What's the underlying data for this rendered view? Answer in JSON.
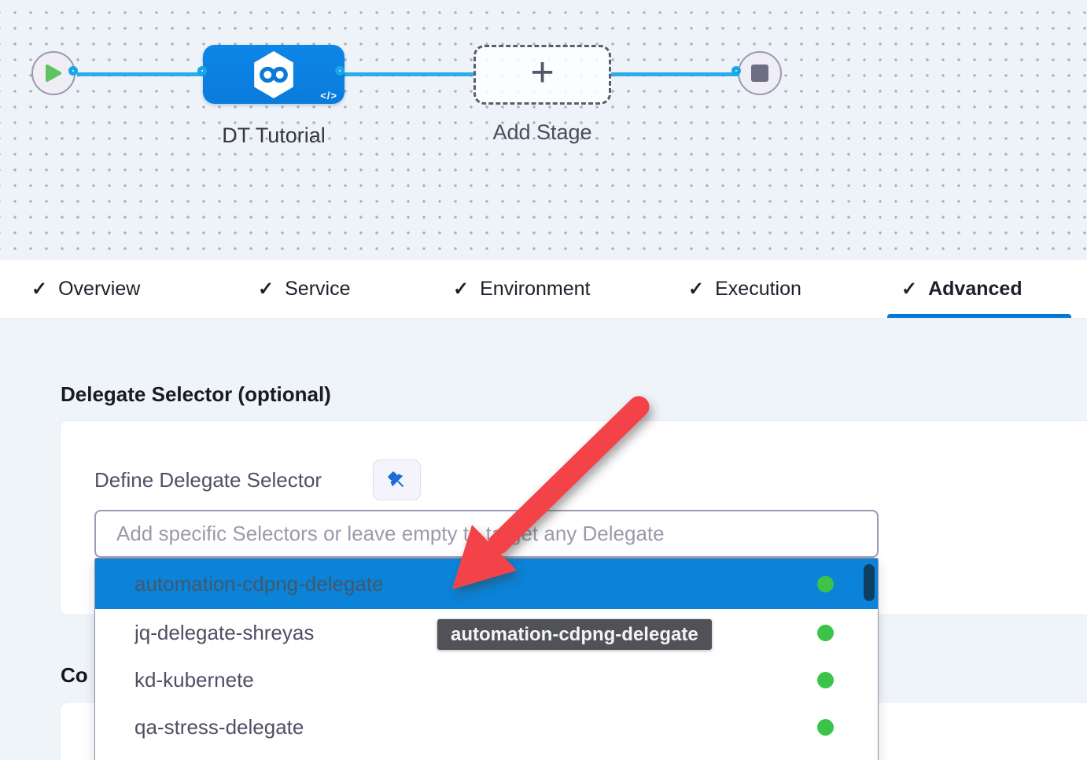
{
  "canvas": {
    "stage_label": "DT Tutorial",
    "add_stage_label": "Add Stage",
    "plus_glyph": "+",
    "code_glyph": "</>"
  },
  "tabs": {
    "check_glyph": "✓",
    "items": [
      {
        "label": "Overview",
        "active": false
      },
      {
        "label": "Service",
        "active": false
      },
      {
        "label": "Environment",
        "active": false
      },
      {
        "label": "Execution",
        "active": false
      },
      {
        "label": "Advanced",
        "active": true
      }
    ]
  },
  "advanced": {
    "section_heading": "Delegate Selector (optional)",
    "define_label": "Define Delegate Selector",
    "input_placeholder": "Add specific Selectors or leave empty to target any Delegate",
    "partial_heading": "Co",
    "dropdown": {
      "items": [
        {
          "label": "automation-cdpng-delegate",
          "selected": true,
          "status": "connected"
        },
        {
          "label": "jq-delegate-shreyas",
          "selected": false,
          "status": "connected"
        },
        {
          "label": "kd-kubernete",
          "selected": false,
          "status": "connected"
        },
        {
          "label": "qa-stress-delegate",
          "selected": false,
          "status": "connected"
        }
      ]
    },
    "tooltip": "automation-cdpng-delegate"
  },
  "colors": {
    "accent_blue": "#0278d5",
    "selected_row_blue": "#0a83d8",
    "connector_blue": "#29ace8",
    "stage_blue": "#0b81e2",
    "status_green": "#3cc44a",
    "annotation_red": "#f4434a",
    "tooltip_gray": "#515257"
  }
}
